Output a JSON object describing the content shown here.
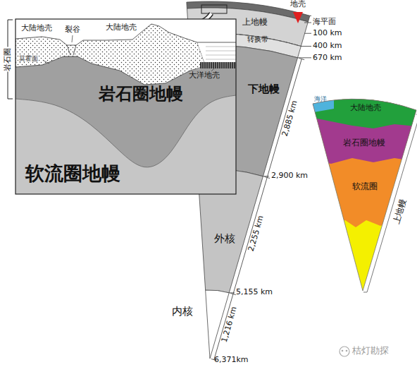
{
  "diagram": {
    "nodes": [
      {
        "text": [
          "岩石圈地幔"
        ]
      },
      {
        "text": [
          "软流圈地幔"
        ]
      },
      {
        "text": [
          "上地幔"
        ]
      },
      {
        "text": [
          "下地幔"
        ]
      },
      {
        "text": [
          "外核"
        ]
      },
      {
        "text": [
          "内核"
        ]
      },
      {
        "text": [
          "大陆地壳"
        ]
      },
      {
        "text": [
          "岩石圈地幔"
        ]
      },
      {
        "text": [
          "软流圈"
        ]
      },
      {
        "text": [
          "海洋"
        ]
      }
    ],
    "labels": [
      "地壳",
      "海平面",
      "100 km",
      "转换带",
      "400 km",
      "670 km",
      "2,885 km",
      "2,900 km",
      "2,255 km",
      "5,155 km",
      "1,216 km",
      "6,371km",
      "大陆地壳",
      "大陆地壳",
      "裂谷",
      "莫霍面",
      "大洋地壳",
      "岩石圈",
      "上地幔",
      "桔灯勘探"
    ]
  }
}
